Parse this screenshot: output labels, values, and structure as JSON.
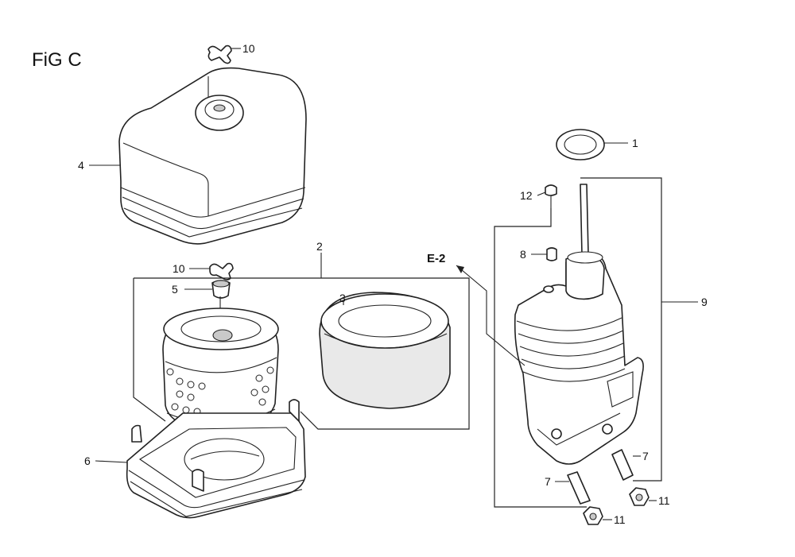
{
  "figure_title": "FiG C",
  "reference": "E-2",
  "callouts": {
    "c1": "1",
    "c2": "2",
    "c3": "3",
    "c4": "4",
    "c5": "5",
    "c6": "6",
    "c7a": "7",
    "c7b": "7",
    "c8": "8",
    "c9": "9",
    "c10a": "10",
    "c10b": "10",
    "c11a": "11",
    "c11b": "11",
    "c12": "12"
  }
}
